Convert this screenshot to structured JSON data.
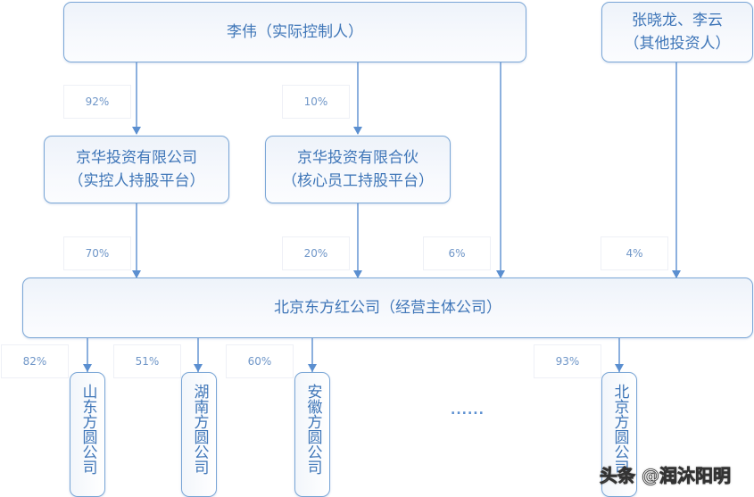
{
  "colors": {
    "node_border": "#7aa6d6",
    "node_text": "#3f76b8",
    "edge": "#5b8fd0",
    "percent_text": "#6f96c8"
  },
  "nodes": {
    "controller": {
      "name": "李伟",
      "role": "（实际控制人）"
    },
    "other_investors": {
      "name": "张晓龙、李云",
      "role": "（其他投资人）"
    },
    "platform_company": {
      "name": "京华投资有限公司",
      "role": "（实控人持股平台）"
    },
    "platform_partnership": {
      "name": "京华投资有限合伙",
      "role": "（核心员工持股平台）"
    },
    "operating_company": {
      "name": "北京东方红公司",
      "role": "（经营主体公司）"
    },
    "subsidiaries": [
      {
        "name": "山东方圆公司"
      },
      {
        "name": "湖南方圆公司"
      },
      {
        "name": "安徽方圆公司"
      },
      {
        "name": "北京方圆公司"
      }
    ],
    "more_indicator": "......"
  },
  "ownership": {
    "controller_to_platform_company": "92%",
    "controller_to_platform_partnership": "10%",
    "platform_company_to_operating": "70%",
    "platform_partnership_to_operating": "20%",
    "controller_to_operating": "6%",
    "other_investors_to_operating": "4%",
    "operating_to_subsidiaries": [
      "82%",
      "51%",
      "60%",
      "93%"
    ]
  },
  "watermark": "头条 @润沐阳明"
}
